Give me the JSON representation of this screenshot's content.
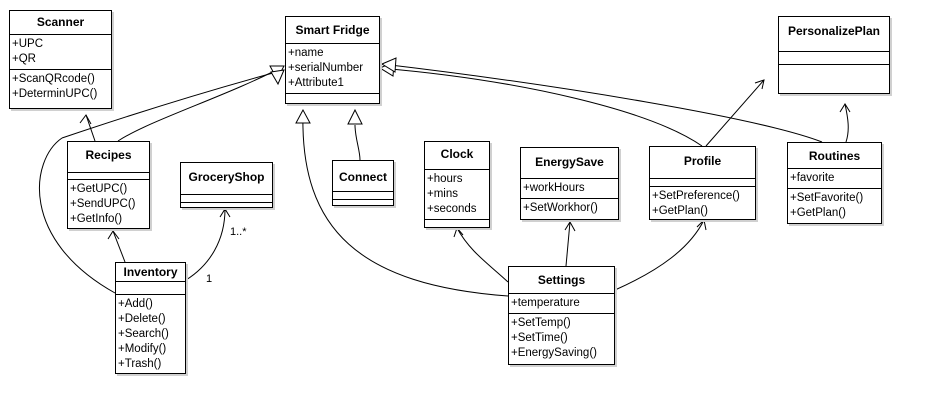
{
  "classes": [
    {
      "id": "scanner",
      "name": "Scanner",
      "attributes": [
        "+UPC",
        "+QR"
      ],
      "operations": [
        "+ScanQRcode()",
        "+DeterminUPC()"
      ]
    },
    {
      "id": "smart-fridge",
      "name": "Smart Fridge",
      "attributes": [
        "+name",
        "+serialNumber",
        "+Attribute1"
      ],
      "operations": []
    },
    {
      "id": "personalize-plan",
      "name": "PersonalizePlan",
      "attributes": [],
      "operations": []
    },
    {
      "id": "recipes",
      "name": "Recipes",
      "attributes": [],
      "operations": [
        "+GetUPC()",
        "+SendUPC()",
        "+GetInfo()"
      ]
    },
    {
      "id": "grocery-shop",
      "name": "GroceryShop",
      "attributes": [],
      "operations": []
    },
    {
      "id": "connect",
      "name": "Connect",
      "attributes": [],
      "operations": []
    },
    {
      "id": "clock",
      "name": "Clock",
      "attributes": [
        "+hours",
        "+mins",
        "+seconds"
      ],
      "operations": []
    },
    {
      "id": "energy-save",
      "name": "EnergySave",
      "attributes": [
        "+workHours"
      ],
      "operations": [
        "+SetWorkhor()"
      ]
    },
    {
      "id": "profile",
      "name": "Profile",
      "attributes": [],
      "operations": [
        "+SetPreference()",
        "+GetPlan()"
      ]
    },
    {
      "id": "routines",
      "name": "Routines",
      "attributes": [
        "+favorite"
      ],
      "operations": [
        "+SetFavorite()",
        "+GetPlan()"
      ]
    },
    {
      "id": "inventory",
      "name": "Inventory",
      "attributes": [],
      "operations": [
        "+Add()",
        "+Delete()",
        "+Search()",
        "+Modify()",
        "+Trash()"
      ]
    },
    {
      "id": "settings",
      "name": "Settings",
      "attributes": [
        "+temperature"
      ],
      "operations": [
        "+SetTemp()",
        "+SetTime()",
        "+EnergySaving()"
      ]
    }
  ],
  "multiplicities": {
    "inventory_grocery_source": "1",
    "inventory_grocery_target": "1..*"
  }
}
